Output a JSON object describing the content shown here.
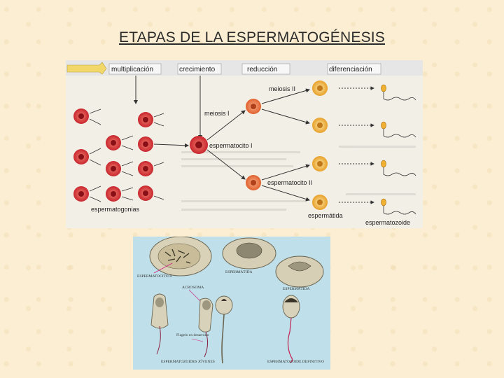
{
  "title": "ETAPAS DE LA ESPERMATOGÉNESIS",
  "diagram1": {
    "stages": [
      "multiplicación",
      "crecimiento",
      "reducción",
      "diferenciación"
    ],
    "labels": {
      "meiosis1": "meiosis I",
      "meiosis2": "meiosis II",
      "espermatocito1": "espermatocito I",
      "espermatocito2": "espermatocito II",
      "espermatogonias": "espermatogonias",
      "espermatida": "espermátida",
      "espermatozoide": "espermatozoide"
    },
    "colors": {
      "cell_red": "#c8262e",
      "cell_orange": "#e8703a",
      "cell_yellow": "#f0b030",
      "header_bg": "#e6e6e6"
    }
  },
  "diagram2": {
    "labels": {
      "espermatocito2": "ESPERMATOCITO II",
      "espermatida": "ESPERMÁTIDA",
      "espermatida2": "ESPERMÁTIDA",
      "acrosoma": "ACROSOMA",
      "flagelo": "Flagelo en desarrollo",
      "esp_joven": "ESPERMATOZOIDES JÓVENES",
      "esp_def": "ESPERMATOZOIDE DEFINITIVO"
    }
  }
}
